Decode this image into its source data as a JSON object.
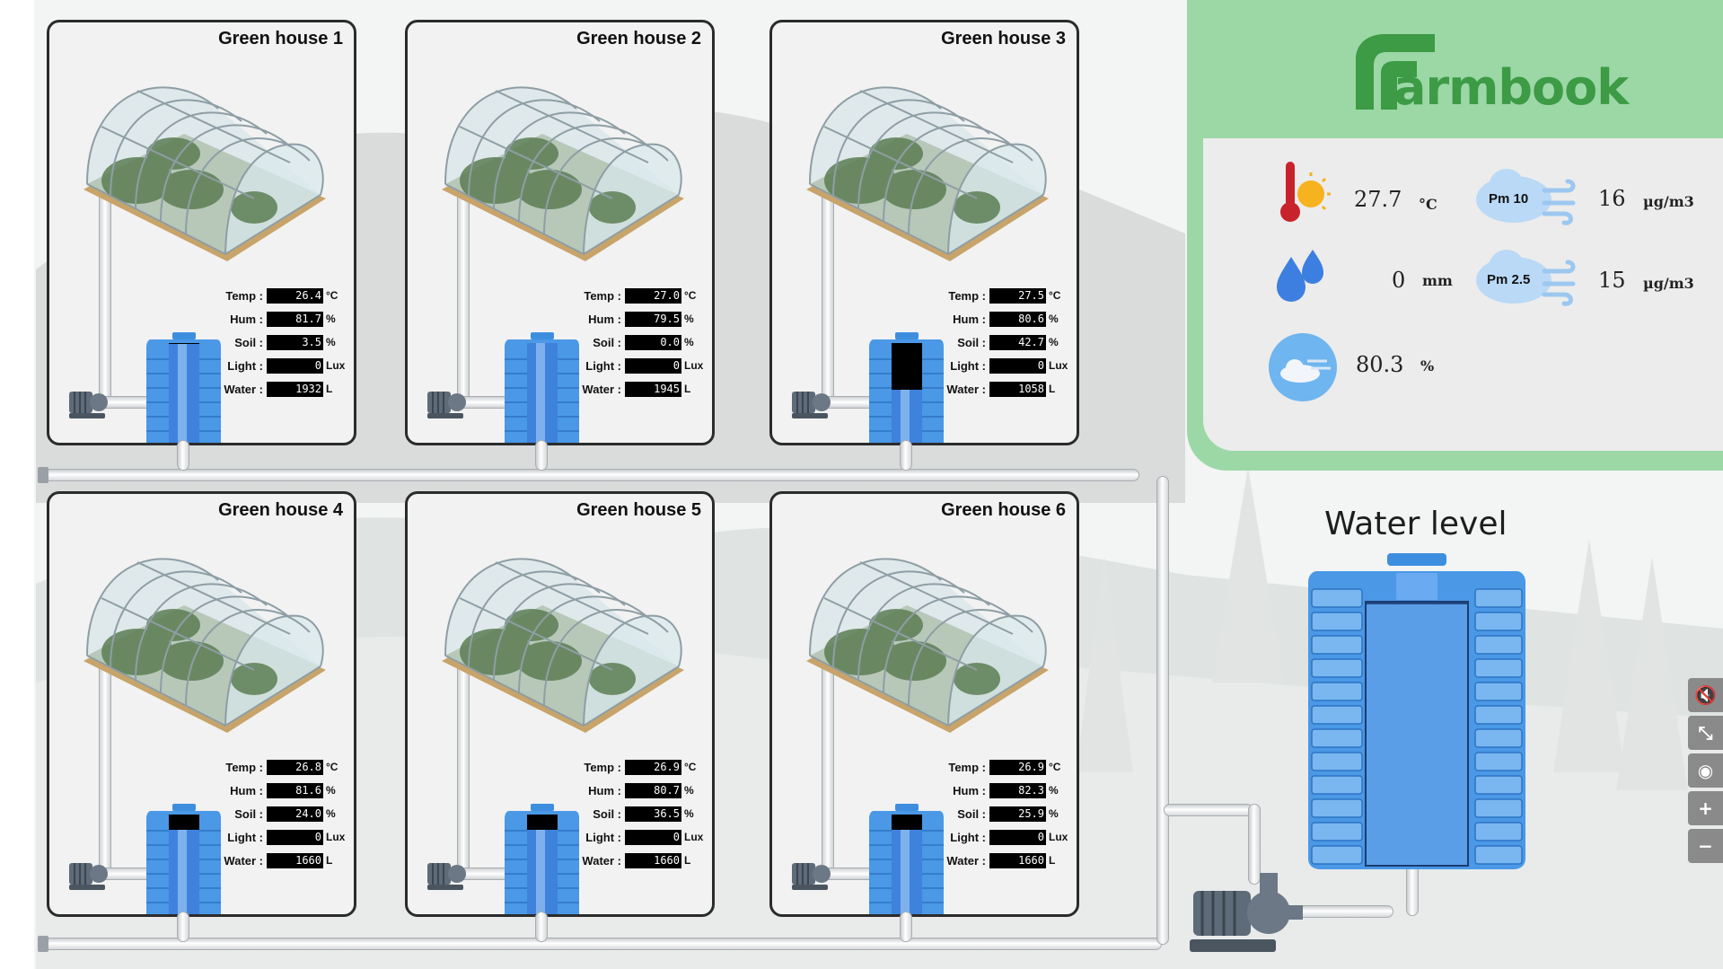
{
  "greenhouses": [
    {
      "title": "Green house 1",
      "temp": "26.4",
      "hum": "81.7",
      "soil": "3.5",
      "light": "0",
      "water": "1932",
      "level": 0.99
    },
    {
      "title": "Green house 2",
      "temp": "27.0",
      "hum": "79.5",
      "soil": "0.0",
      "light": "0",
      "water": "1945",
      "level": 1.0
    },
    {
      "title": "Green house 3",
      "temp": "27.5",
      "hum": "80.6",
      "soil": "42.7",
      "light": "0",
      "water": "1058",
      "level": 0.54
    },
    {
      "title": "Green house 4",
      "temp": "26.8",
      "hum": "81.6",
      "soil": "24.0",
      "light": "0",
      "water": "1660",
      "level": 0.85
    },
    {
      "title": "Green house 5",
      "temp": "26.9",
      "hum": "80.7",
      "soil": "36.5",
      "light": "0",
      "water": "1660",
      "level": 0.85
    },
    {
      "title": "Green house 6",
      "temp": "26.9",
      "hum": "82.3",
      "soil": "25.9",
      "light": "0",
      "water": "1660",
      "level": 0.85
    }
  ],
  "labels": {
    "temp": "Temp :",
    "hum": "Hum :",
    "soil": "Soil :",
    "light": "Light :",
    "water": "Water :"
  },
  "units": {
    "temp": "°C",
    "hum": "%",
    "soil": "%",
    "light": "Lux",
    "water": "L"
  },
  "brand": {
    "logo_text": "armbook",
    "color": "#3d9a45"
  },
  "weather": {
    "temp": {
      "value": "27.7",
      "unit": "°C",
      "icon": "thermometer-sun-icon"
    },
    "rain": {
      "value": "0",
      "unit": "mm",
      "icon": "rain-drops-icon"
    },
    "humidity": {
      "value": "80.3",
      "unit": "%",
      "icon": "cloud-wind-icon"
    },
    "pm10": {
      "label": "Pm 10",
      "value": "16",
      "unit": "µg/m3",
      "icon": "pm10-cloud-icon"
    },
    "pm25": {
      "label": "Pm 2.5",
      "value": "15",
      "unit": "µg/m3",
      "icon": "pm25-cloud-icon"
    }
  },
  "water_level": {
    "title": "Water level",
    "level": 0.99
  },
  "side_controls": [
    {
      "name": "mute-icon",
      "glyph": "🔇"
    },
    {
      "name": "collapse-icon",
      "glyph": "⤡"
    },
    {
      "name": "eye-icon",
      "glyph": "◉"
    },
    {
      "name": "zoom-in-icon",
      "glyph": "+"
    },
    {
      "name": "zoom-out-icon",
      "glyph": "−"
    }
  ]
}
